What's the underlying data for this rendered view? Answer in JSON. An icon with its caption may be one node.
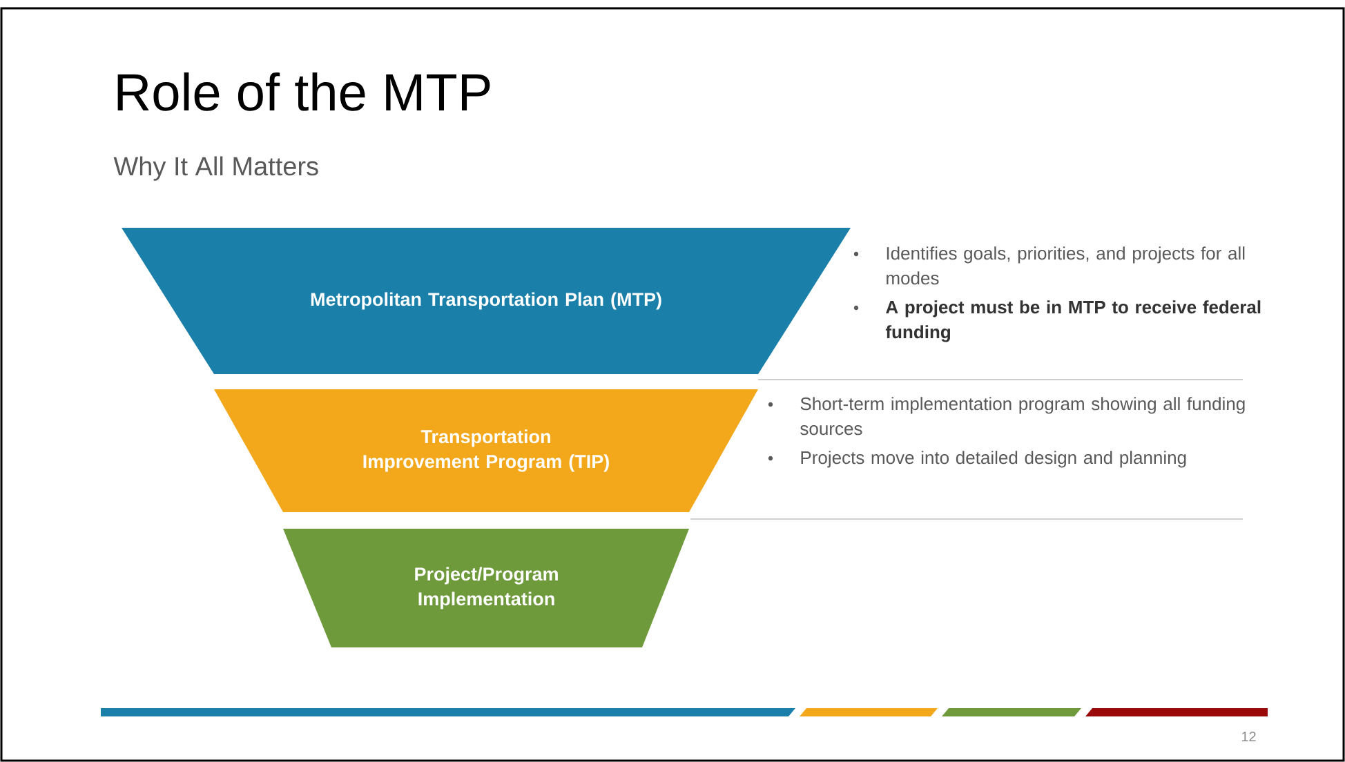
{
  "diagram": {
    "title": "Role of the MTP",
    "nodes": [
      {
        "text": [
          "Metropolitan Transportation Plan (MTP)"
        ],
        "beside": [
          "Identifies goals, priorities, and projects for all modes",
          "A project must be in MTP to receive federal funding"
        ]
      },
      {
        "text": [
          "Transportation Improvement Program (TIP)"
        ],
        "beside": [
          "Short-term implementation program showing all funding sources",
          "Projects move into detailed design and planning"
        ]
      },
      {
        "text": [
          "Project/Program Implementation"
        ]
      }
    ],
    "edges": [],
    "labels": [
      "Why It All Matters",
      "12"
    ]
  }
}
